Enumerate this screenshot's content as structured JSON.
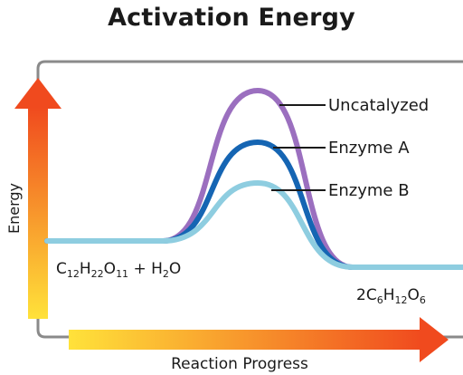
{
  "title": "Activation Energy",
  "axes": {
    "y_label": "Energy",
    "x_label": "Reaction Progress"
  },
  "curves": [
    {
      "label": "Uncatalyzed",
      "color": "#9b6fbf"
    },
    {
      "label": "Enzyme A",
      "color": "#1565b3"
    },
    {
      "label": "Enzyme B",
      "color": "#8ecde0"
    }
  ],
  "reactant": {
    "parts": [
      "C",
      "12",
      "H",
      "22",
      "O",
      "11",
      " + H",
      "2",
      "O"
    ]
  },
  "product": {
    "parts": [
      "2C",
      "6",
      "H",
      "12",
      "O",
      "6"
    ]
  },
  "colors": {
    "frame": "#8a8a8a",
    "arrow_start": "#ffe23a",
    "arrow_end": "#f04a1e"
  }
}
